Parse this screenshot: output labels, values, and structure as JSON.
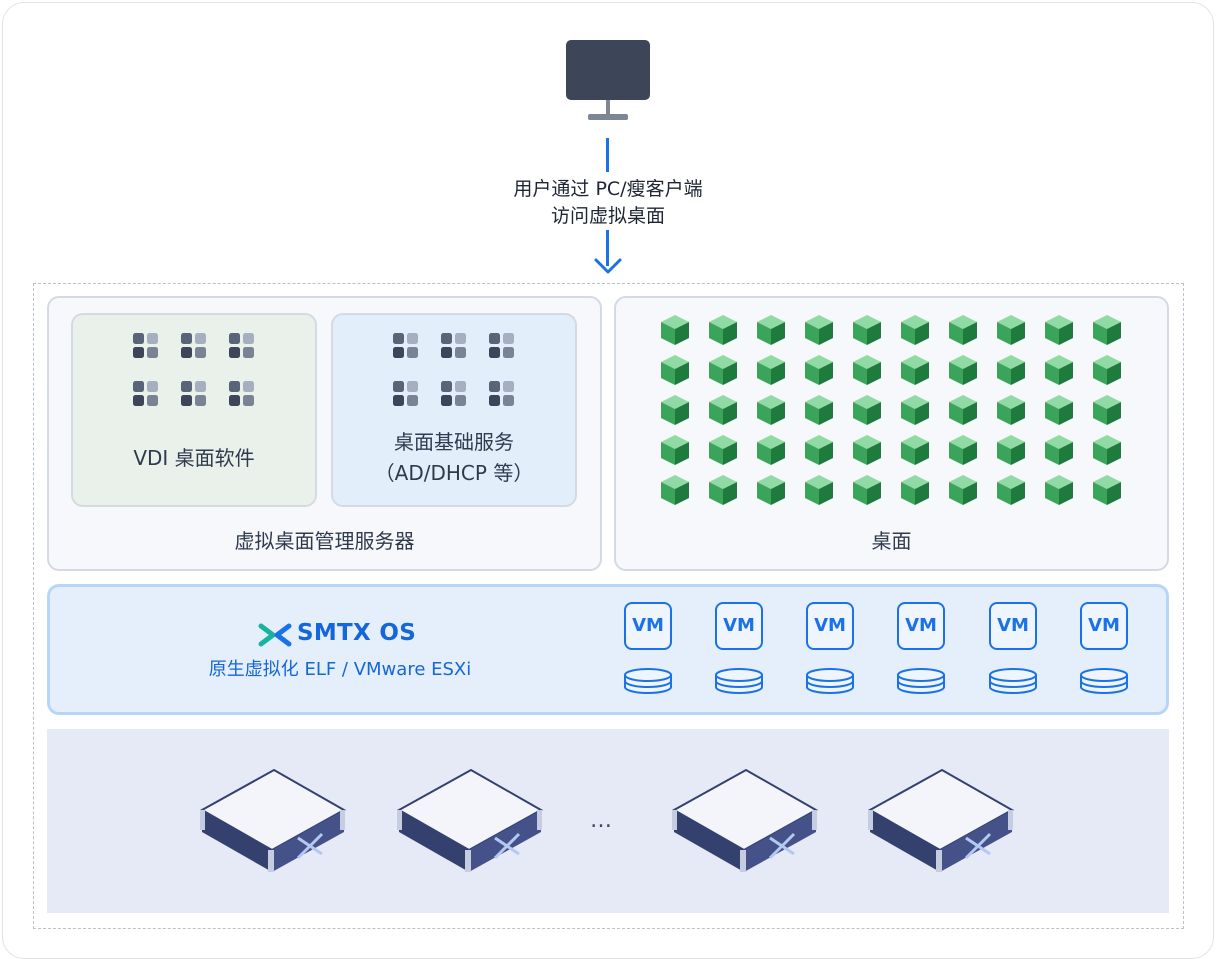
{
  "access": {
    "line1": "用户通过 PC/瘦客户端",
    "line2": "访问虚拟桌面"
  },
  "management_server": {
    "label": "虚拟桌面管理服务器",
    "vdi": {
      "label": "VDI 桌面软件"
    },
    "base_services": {
      "line1": "桌面基础服务",
      "line2": "（AD/DHCP 等）"
    }
  },
  "desktops": {
    "label": "桌面",
    "rows": 5,
    "cols": 10
  },
  "platform": {
    "brand": "SMTX OS",
    "subtitle": "原生虚拟化 ELF / VMware ESXi",
    "vms": [
      "VM",
      "VM",
      "VM",
      "VM",
      "VM",
      "VM"
    ]
  },
  "hardware": {
    "ellipsis": "…"
  },
  "colors": {
    "accent_blue": "#1b72e8",
    "desktop_green": "#3aa45a",
    "monitor_dark": "#3d4659",
    "server_navy": "#34416e"
  },
  "icons": [
    "monitor-icon",
    "arrow-down-icon",
    "app-grid-icon",
    "desktop-cube-icon",
    "smtx-logo-icon",
    "disk-icon",
    "server-icon"
  ]
}
